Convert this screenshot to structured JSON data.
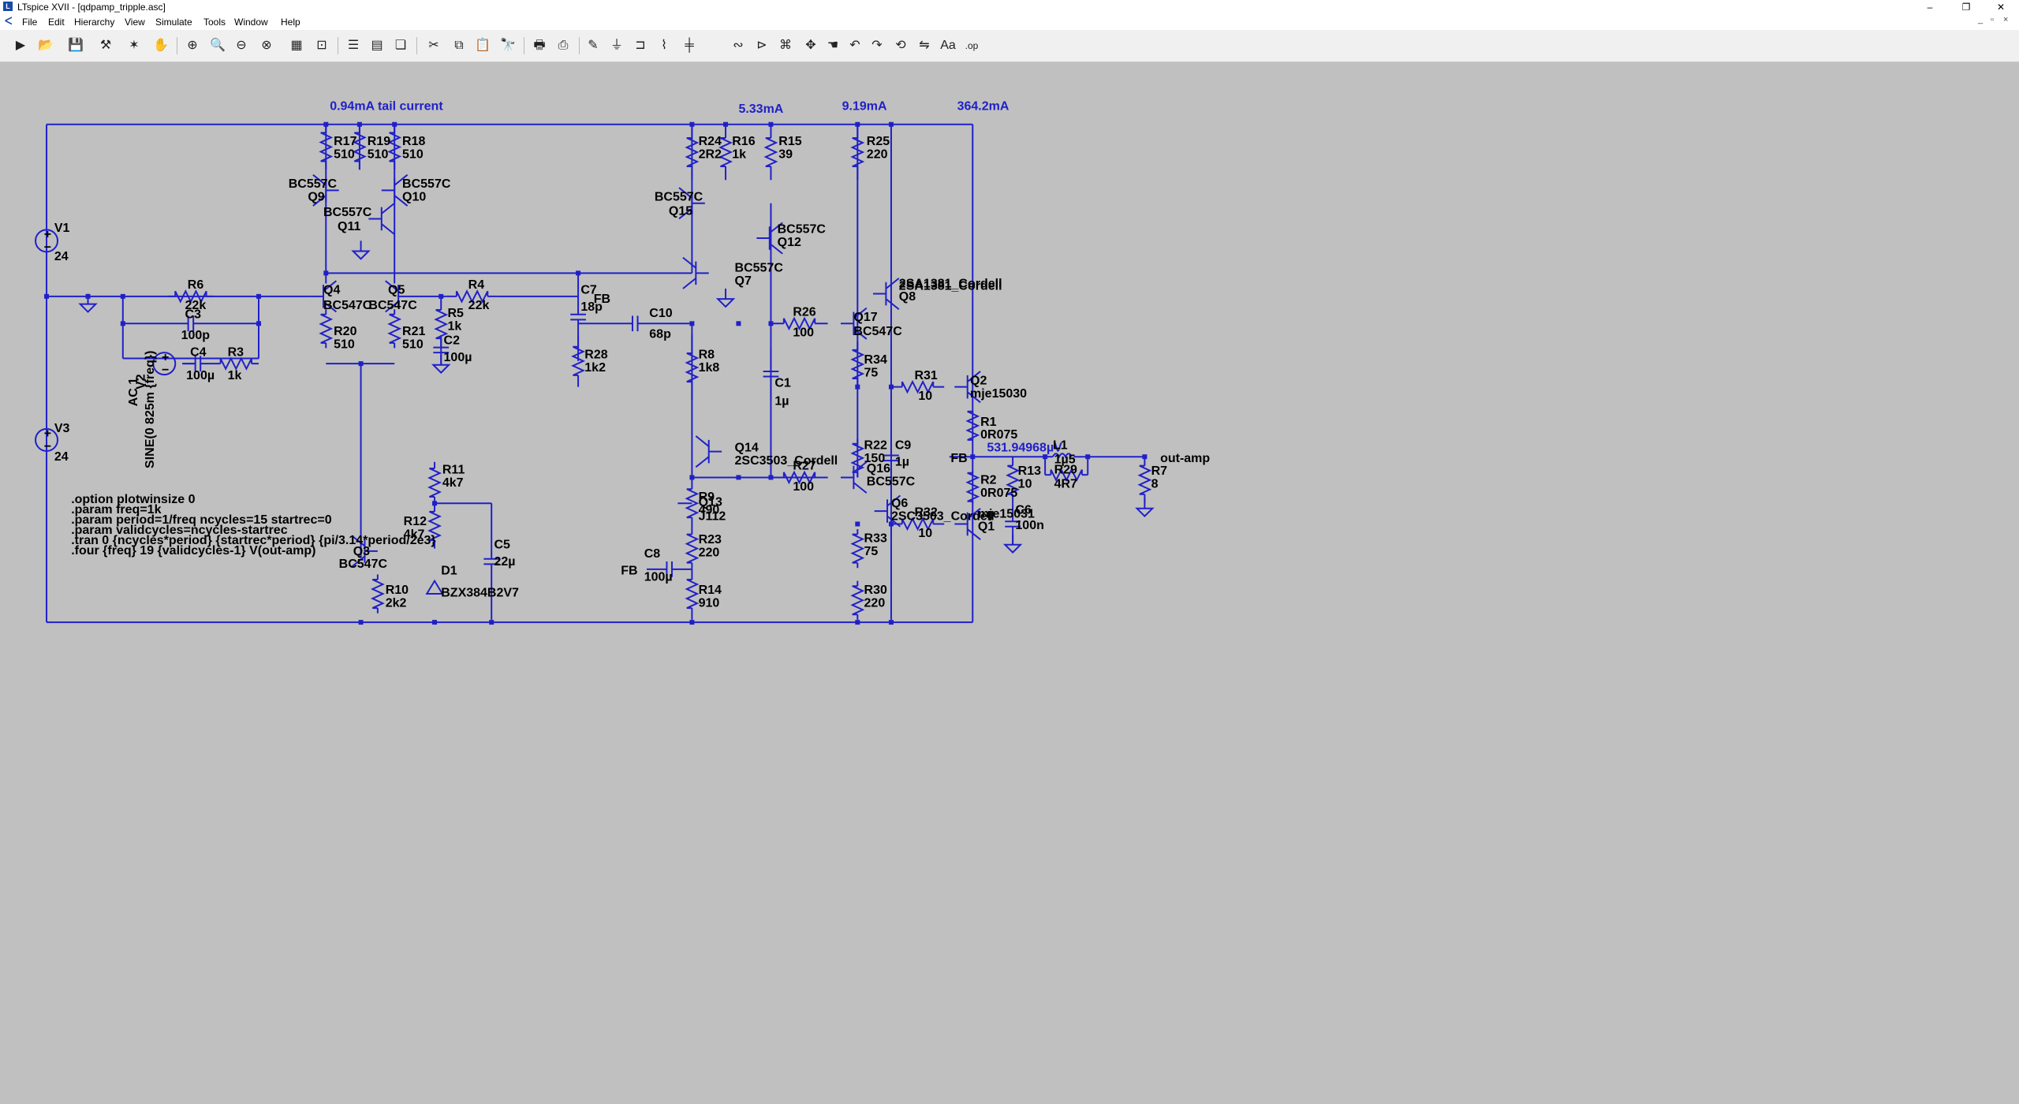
{
  "window": {
    "title": "LTspice XVII - [qdpamp_tripple.asc]",
    "min": "–",
    "max": "❐",
    "close": "✕"
  },
  "menu": [
    "File",
    "Edit",
    "Hierarchy",
    "View",
    "Simulate",
    "Tools",
    "Window",
    "Help"
  ],
  "toolbar_icons": [
    "run-icon",
    "open-icon",
    "save-icon",
    "control-panel-icon",
    "halt-icon",
    "pan-icon",
    "zoom-in-icon",
    "zoom-area-icon",
    "zoom-out-icon",
    "zoom-cancel-icon",
    "autorange-icon",
    "fit-icon",
    "tile-horizontal-icon",
    "tile-vertical-icon",
    "cascade-icon",
    "cut-icon",
    "copy-icon",
    "paste-icon",
    "find-icon",
    "print-setup-icon",
    "print-icon",
    "draw-wire-icon",
    "ground-icon",
    "label-net-icon",
    "resistor-icon",
    "capacitor-icon",
    "inductor-icon",
    "diode-icon",
    "component-icon",
    "move-icon",
    "drag-icon",
    "undo-icon",
    "redo-icon",
    "rotate-icon",
    "mirror-icon",
    "text-icon",
    "spice-directive-icon"
  ],
  "colors": {
    "wire": "#2020c8",
    "background": "#c0c0c0",
    "text": "#000000",
    "annotation": "#2020c8"
  },
  "annotations": {
    "tail": "0.94mA tail current",
    "i1": "5.33mA",
    "i2": "9.19mA",
    "i3": "364.2mA",
    "fb_voltage": "531.94968µV"
  },
  "components": [
    {
      "ref": "R17",
      "val": "510"
    },
    {
      "ref": "R19",
      "val": "510"
    },
    {
      "ref": "R18",
      "val": "510"
    },
    {
      "ref": "R24",
      "val": "2R2"
    },
    {
      "ref": "R16",
      "val": "1k"
    },
    {
      "ref": "R15",
      "val": "39"
    },
    {
      "ref": "R25",
      "val": "220"
    },
    {
      "ref": "Q9",
      "val": "BC557C"
    },
    {
      "ref": "Q10",
      "val": "BC557C"
    },
    {
      "ref": "Q11",
      "val": "BC557C"
    },
    {
      "ref": "Q15",
      "val": "BC557C"
    },
    {
      "ref": "Q12",
      "val": "BC557C"
    },
    {
      "ref": "Q7",
      "val": "BC557C"
    },
    {
      "ref": "Q8",
      "val": "2SA1381_Cordell"
    },
    {
      "ref": "C7",
      "val": "18p"
    },
    {
      "ref": "C10",
      "val": "68p"
    },
    {
      "ref": "R26",
      "val": "100"
    },
    {
      "ref": "Q17",
      "val": "BC547C"
    },
    {
      "ref": "V1",
      "val": "24"
    },
    {
      "ref": "R28",
      "val": "1k2"
    },
    {
      "ref": "R34",
      "val": "75"
    },
    {
      "ref": "R31",
      "val": "10"
    },
    {
      "ref": "Q2",
      "val": "mje15030"
    },
    {
      "ref": "R6",
      "val": "22k"
    },
    {
      "ref": "Q4",
      "val": "BC547C"
    },
    {
      "ref": "Q5",
      "val": "BC547C"
    },
    {
      "ref": "R4",
      "val": "22k"
    },
    {
      "ref": "C3",
      "val": "100p"
    },
    {
      "ref": "R5",
      "val": "1k"
    },
    {
      "ref": "R1",
      "val": "0R075"
    },
    {
      "ref": "R8",
      "val": "1k8"
    },
    {
      "ref": "R20",
      "val": "510"
    },
    {
      "ref": "R21",
      "val": "510"
    },
    {
      "ref": "C1",
      "val": "1µ"
    },
    {
      "ref": "C2",
      "val": "100µ"
    },
    {
      "ref": "R22",
      "val": "150"
    },
    {
      "ref": "C9",
      "val": "1µ"
    },
    {
      "ref": "L1",
      "val": "1µ5"
    },
    {
      "ref": "R29",
      "val": "4R7"
    },
    {
      "ref": "C4",
      "val": "100µ"
    },
    {
      "ref": "R3",
      "val": "1k"
    },
    {
      "ref": "Q14",
      "val": "2SC3503_Cordell"
    },
    {
      "ref": "R2",
      "val": "0R075"
    },
    {
      "ref": "R13",
      "val": "10"
    },
    {
      "ref": "R7",
      "val": "8"
    },
    {
      "ref": "R9",
      "val": "490"
    },
    {
      "ref": "C6",
      "val": "100n"
    },
    {
      "ref": "R32",
      "val": "10"
    },
    {
      "ref": "Q1",
      "val": "mje15031"
    },
    {
      "ref": "V3",
      "val": "24"
    },
    {
      "ref": "R33",
      "val": "75"
    },
    {
      "ref": "R11",
      "val": "4k7"
    },
    {
      "ref": "R27",
      "val": "100"
    },
    {
      "ref": "Q16",
      "val": "BC557C"
    },
    {
      "ref": "Q13",
      "val": "J112"
    },
    {
      "ref": "Q6",
      "val": "2SC3503_Cordell"
    },
    {
      "ref": "R12",
      "val": "4k7"
    },
    {
      "ref": "C5",
      "val": "22µ"
    },
    {
      "ref": "R23",
      "val": "220"
    },
    {
      "ref": "Q3",
      "val": "BC547C"
    },
    {
      "ref": "C8",
      "val": "100µ"
    },
    {
      "ref": "D1",
      "val": "BZX384B2V7"
    },
    {
      "ref": "R10",
      "val": "2k2"
    },
    {
      "ref": "R14",
      "val": "910"
    },
    {
      "ref": "R30",
      "val": "220"
    }
  ],
  "v2": {
    "ref": "V2",
    "ac": "AC 1",
    "sine": "SINE(0 825m {freq})"
  },
  "nets": {
    "fb": "FB",
    "out": "out-amp"
  },
  "directives": [
    ".option plotwinsize 0",
    ".param freq=1k",
    ".param period=1/freq ncycles=15 startrec=0",
    ".param validcycles=ncycles-startrec",
    ".tran 0 {ncycles*period} {startrec*period} {pi/3.14*period/2e3}",
    ".four {freq} 19 {validcycles-1} V(out-amp)"
  ]
}
